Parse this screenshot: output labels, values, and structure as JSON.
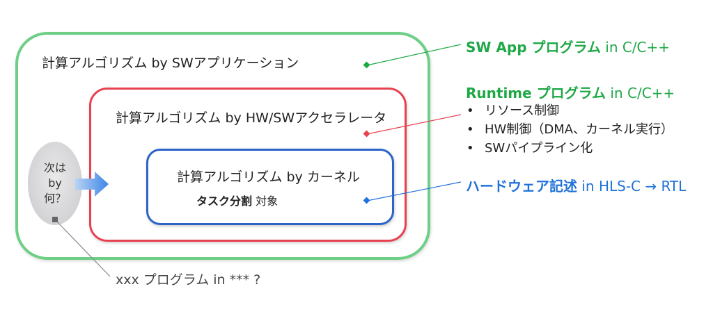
{
  "outer_box": {
    "label": "計算アルゴリズム by SWアプリケーション"
  },
  "middle_box": {
    "label": "計算アルゴリズム by HW/SWアクセラレータ"
  },
  "inner_box": {
    "label": "計算アルゴリズム by カーネル",
    "task_bold": "タスク分割",
    "task_rest": " 対象"
  },
  "bubble": {
    "text": "次は\nby\n何？"
  },
  "bottom_note": {
    "text": "xxx プログラム in *** ?"
  },
  "annotations": {
    "sw_app": {
      "bold": "SW App プログラム",
      "rest": " in C/C++"
    },
    "runtime": {
      "bold": "Runtime プログラム",
      "rest": " in C/C++",
      "items": [
        "リソース制御",
        "HW制御（DMA、カーネル実行）",
        "SWパイプライン化"
      ]
    },
    "hardware": {
      "bold": "ハードウェア記述",
      "rest": " in HLS-C → RTL"
    }
  },
  "colors": {
    "green": "#1ea846",
    "red": "#e8414f",
    "blue": "#1f72d8",
    "outer_border": "#6dcf85",
    "inner_border": "#2b64c6"
  }
}
